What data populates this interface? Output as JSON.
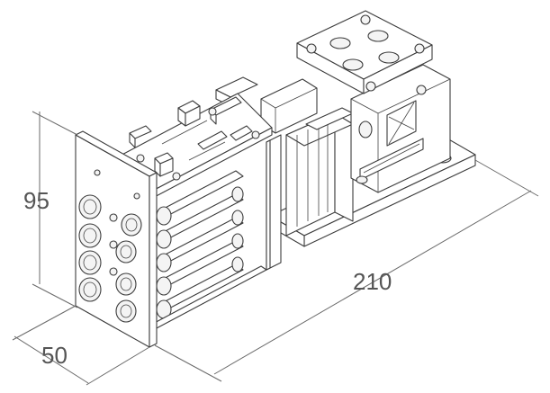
{
  "dimensions": {
    "height": "95",
    "depth": "50",
    "length": "210"
  },
  "colors": {
    "line": "#3c3c3c",
    "dimension_text": "#555555",
    "background": "#ffffff"
  }
}
